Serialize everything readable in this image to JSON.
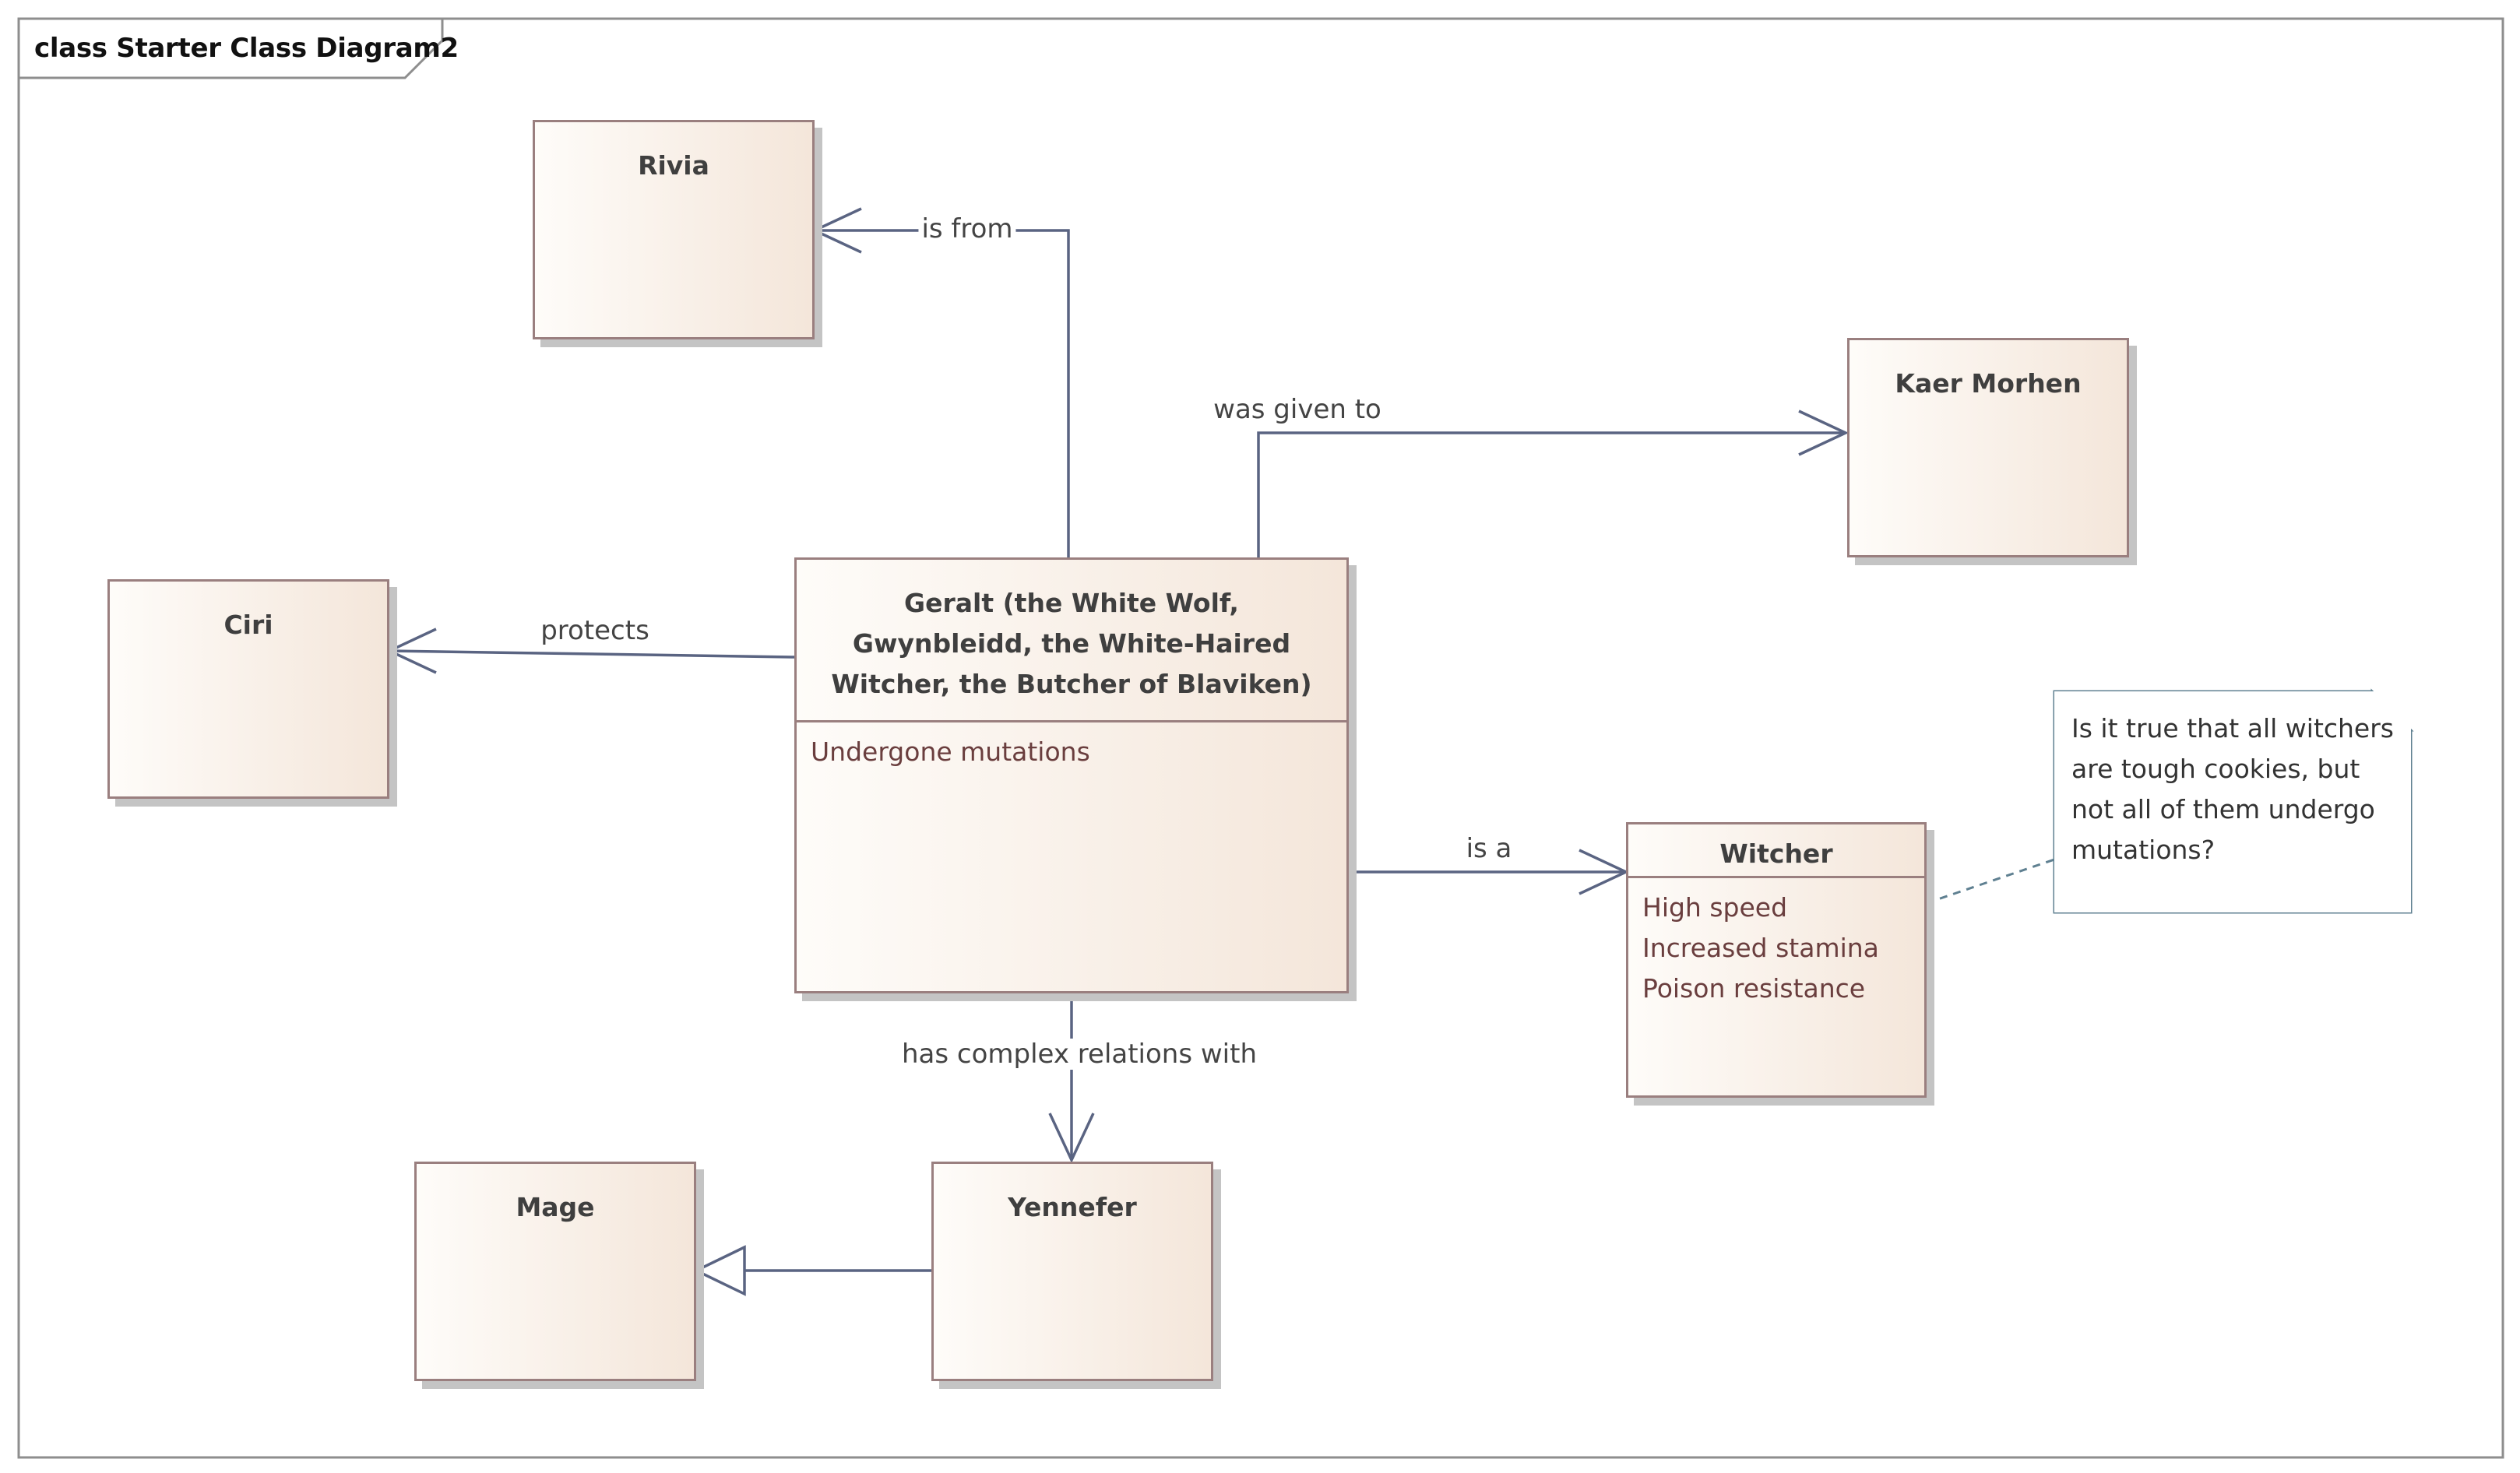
{
  "frame": {
    "title": "class Starter Class Diagram2"
  },
  "classes": {
    "rivia": {
      "name": "Rivia"
    },
    "kaer_morhen": {
      "name": "Kaer Morhen"
    },
    "ciri": {
      "name": "Ciri"
    },
    "geralt": {
      "name": "Geralt (the White Wolf, Gwynbleidd, the White-Haired Witcher, the Butcher of Blaviken)",
      "attributes": [
        "Undergone mutations"
      ]
    },
    "witcher": {
      "name": "Witcher",
      "attributes": [
        "High speed",
        "Increased stamina",
        "Poison resistance"
      ]
    },
    "mage": {
      "name": "Mage"
    },
    "yennefer": {
      "name": "Yennefer"
    }
  },
  "note": {
    "text": "Is it true that all witchers are tough cookies, but not all of them undergo mutations?"
  },
  "relations": {
    "is_from": "is from",
    "was_given_to": "was given to",
    "protects": "protects",
    "is_a": "is a",
    "complex": "has complex relations with"
  },
  "colors": {
    "box_border": "#9a7f7f",
    "attribute_text": "#6a3e3e",
    "connector": "#5a6482",
    "note_border": "#5f8091",
    "frame_border": "#8e8e8e"
  }
}
